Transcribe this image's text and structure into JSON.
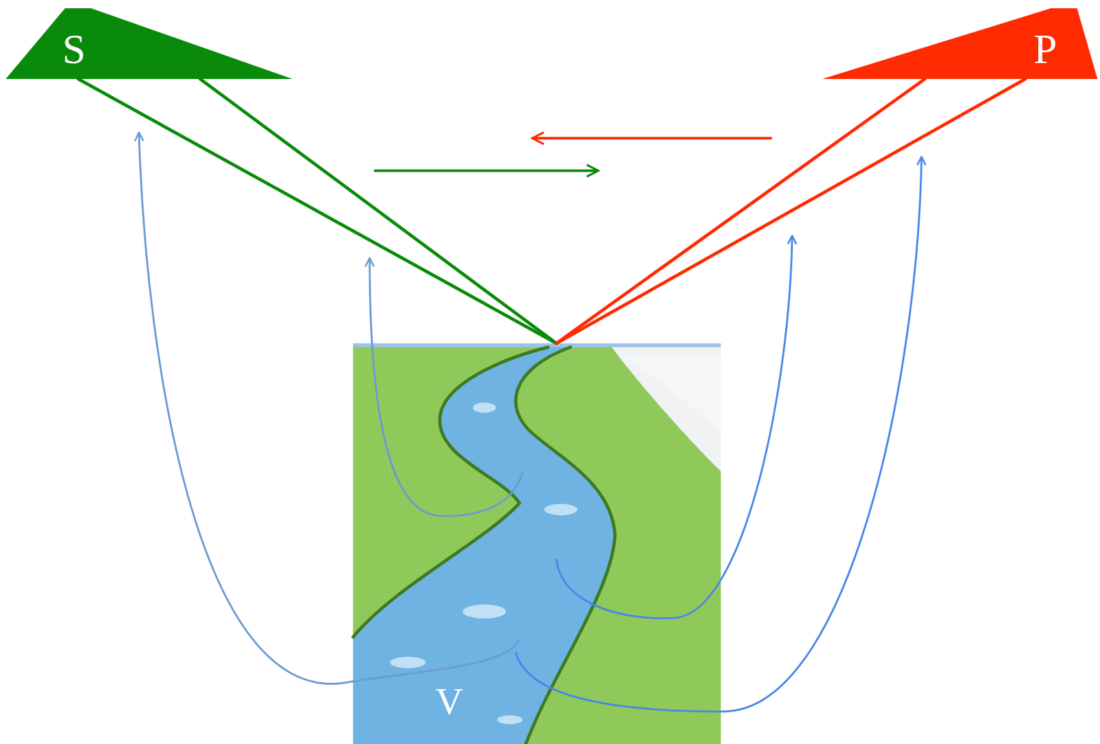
{
  "diagram": {
    "nodes": [
      {
        "text": [
          "S"
        ]
      },
      {
        "text": [
          "P"
        ]
      },
      {
        "text": [
          "V"
        ]
      }
    ],
    "edges": [
      {
        "from": 0,
        "to": 2,
        "arrow": "none"
      },
      {
        "from": 1,
        "to": 2,
        "arrow": "none"
      }
    ]
  }
}
